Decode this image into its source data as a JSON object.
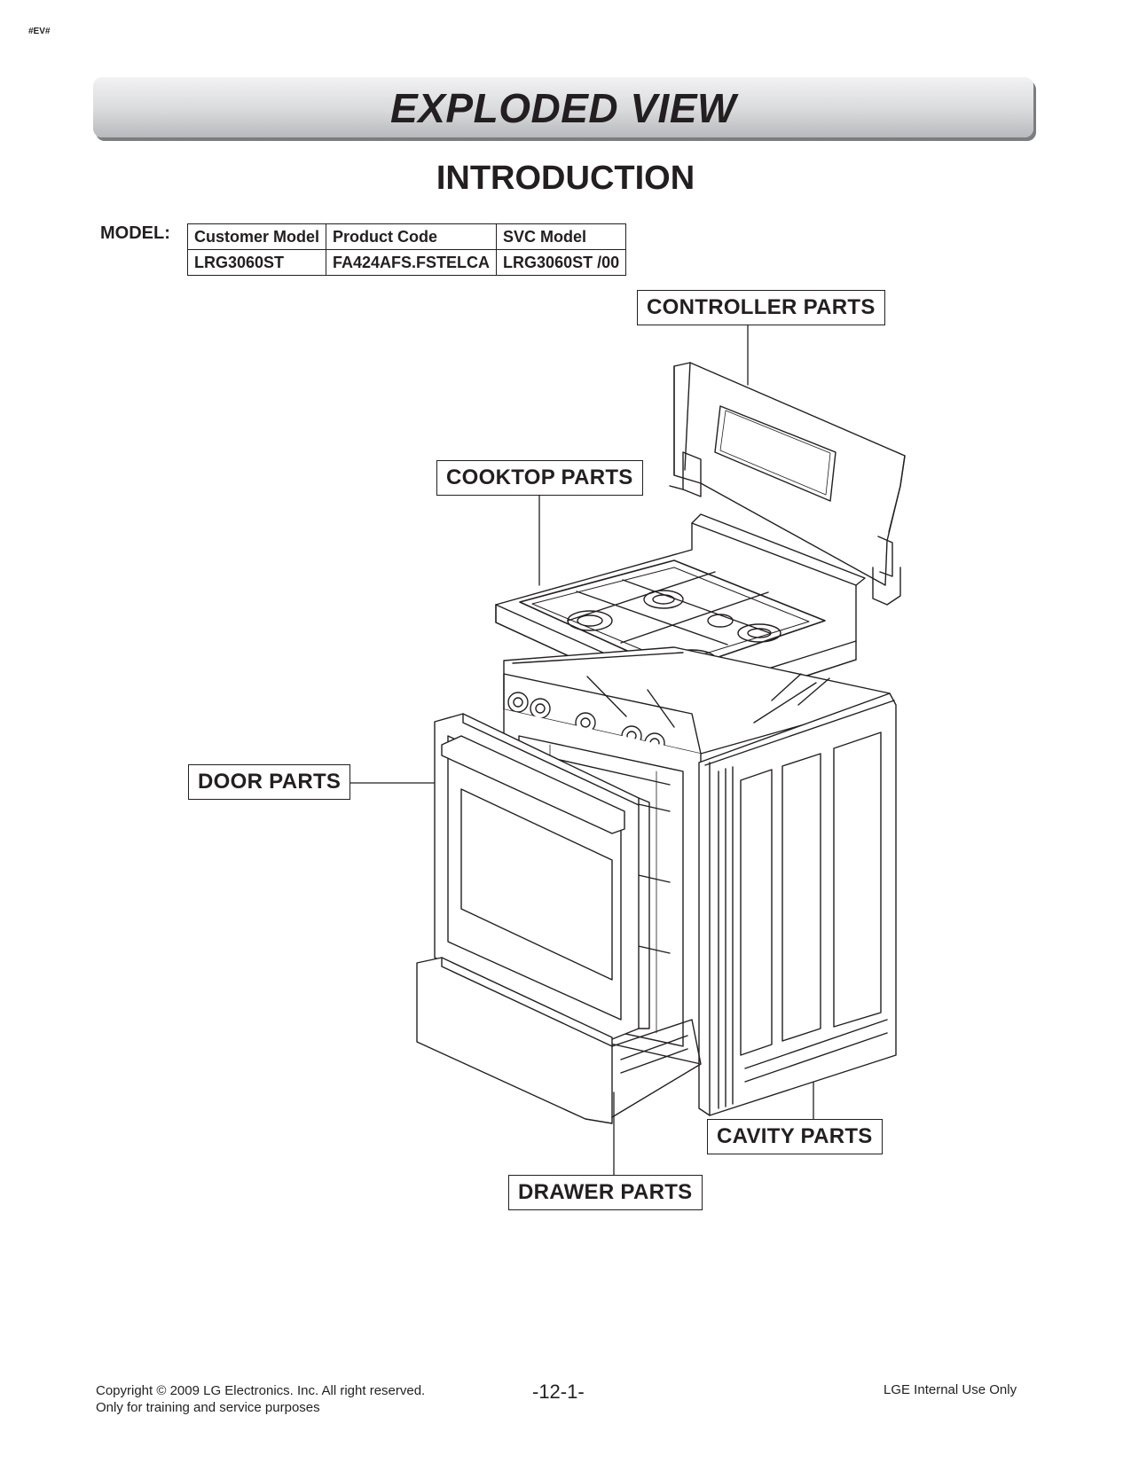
{
  "header": {
    "tag": "#EV#",
    "banner_title": "EXPLODED VIEW",
    "page_title": "INTRODUCTION"
  },
  "model": {
    "label": "MODEL:",
    "columns": [
      "Customer Model",
      "Product Code",
      "SVC Model"
    ],
    "row": [
      "LRG3060ST",
      "FA424AFS.FSTELCA",
      "LRG3060ST /00"
    ]
  },
  "callouts": {
    "controller": "CONTROLLER PARTS",
    "cooktop": "COOKTOP PARTS",
    "door": "DOOR PARTS",
    "cavity": "CAVITY PARTS",
    "drawer": "DRAWER PARTS"
  },
  "footer": {
    "copyright": "Copyright © 2009 LG Electronics. Inc. All right reserved.",
    "purpose": "Only for training and service purposes",
    "page_number": "-12-1-",
    "internal": "LGE Internal Use Only"
  }
}
